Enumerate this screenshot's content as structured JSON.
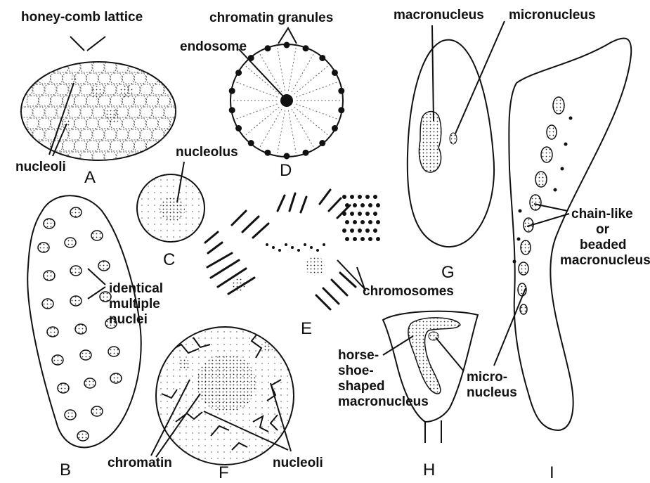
{
  "figure": {
    "panel_letters": {
      "A": "A",
      "B": "B",
      "C": "C",
      "D": "D",
      "E": "E",
      "F": "F",
      "G": "G",
      "H": "H",
      "I": "I"
    },
    "labels": {
      "honeycomb_lattice": "honey-comb  lattice",
      "nucleoli_a": "nucleoli",
      "chromatin_granules": "chromatin  granules",
      "endosome": "endosome",
      "nucleolus": "nucleolus",
      "identical_1": "identical",
      "identical_2": "multiple",
      "identical_3": "nuclei",
      "chromosomes": "chromosomes",
      "chromatin_f": "chromatin",
      "nucleoli_f": "nucleoli",
      "macronucleus": "macronucleus",
      "micronucleus": "micronucleus",
      "horse_1": "horse-",
      "horse_2": "shoe-",
      "horse_3": "shaped",
      "horse_4": "macronucleus",
      "micro_h_1": "micro-",
      "micro_h_2": "nucleus",
      "chain_1": "chain-like",
      "chain_2": "or",
      "chain_3": "beaded",
      "chain_4": "macronucleus"
    }
  }
}
